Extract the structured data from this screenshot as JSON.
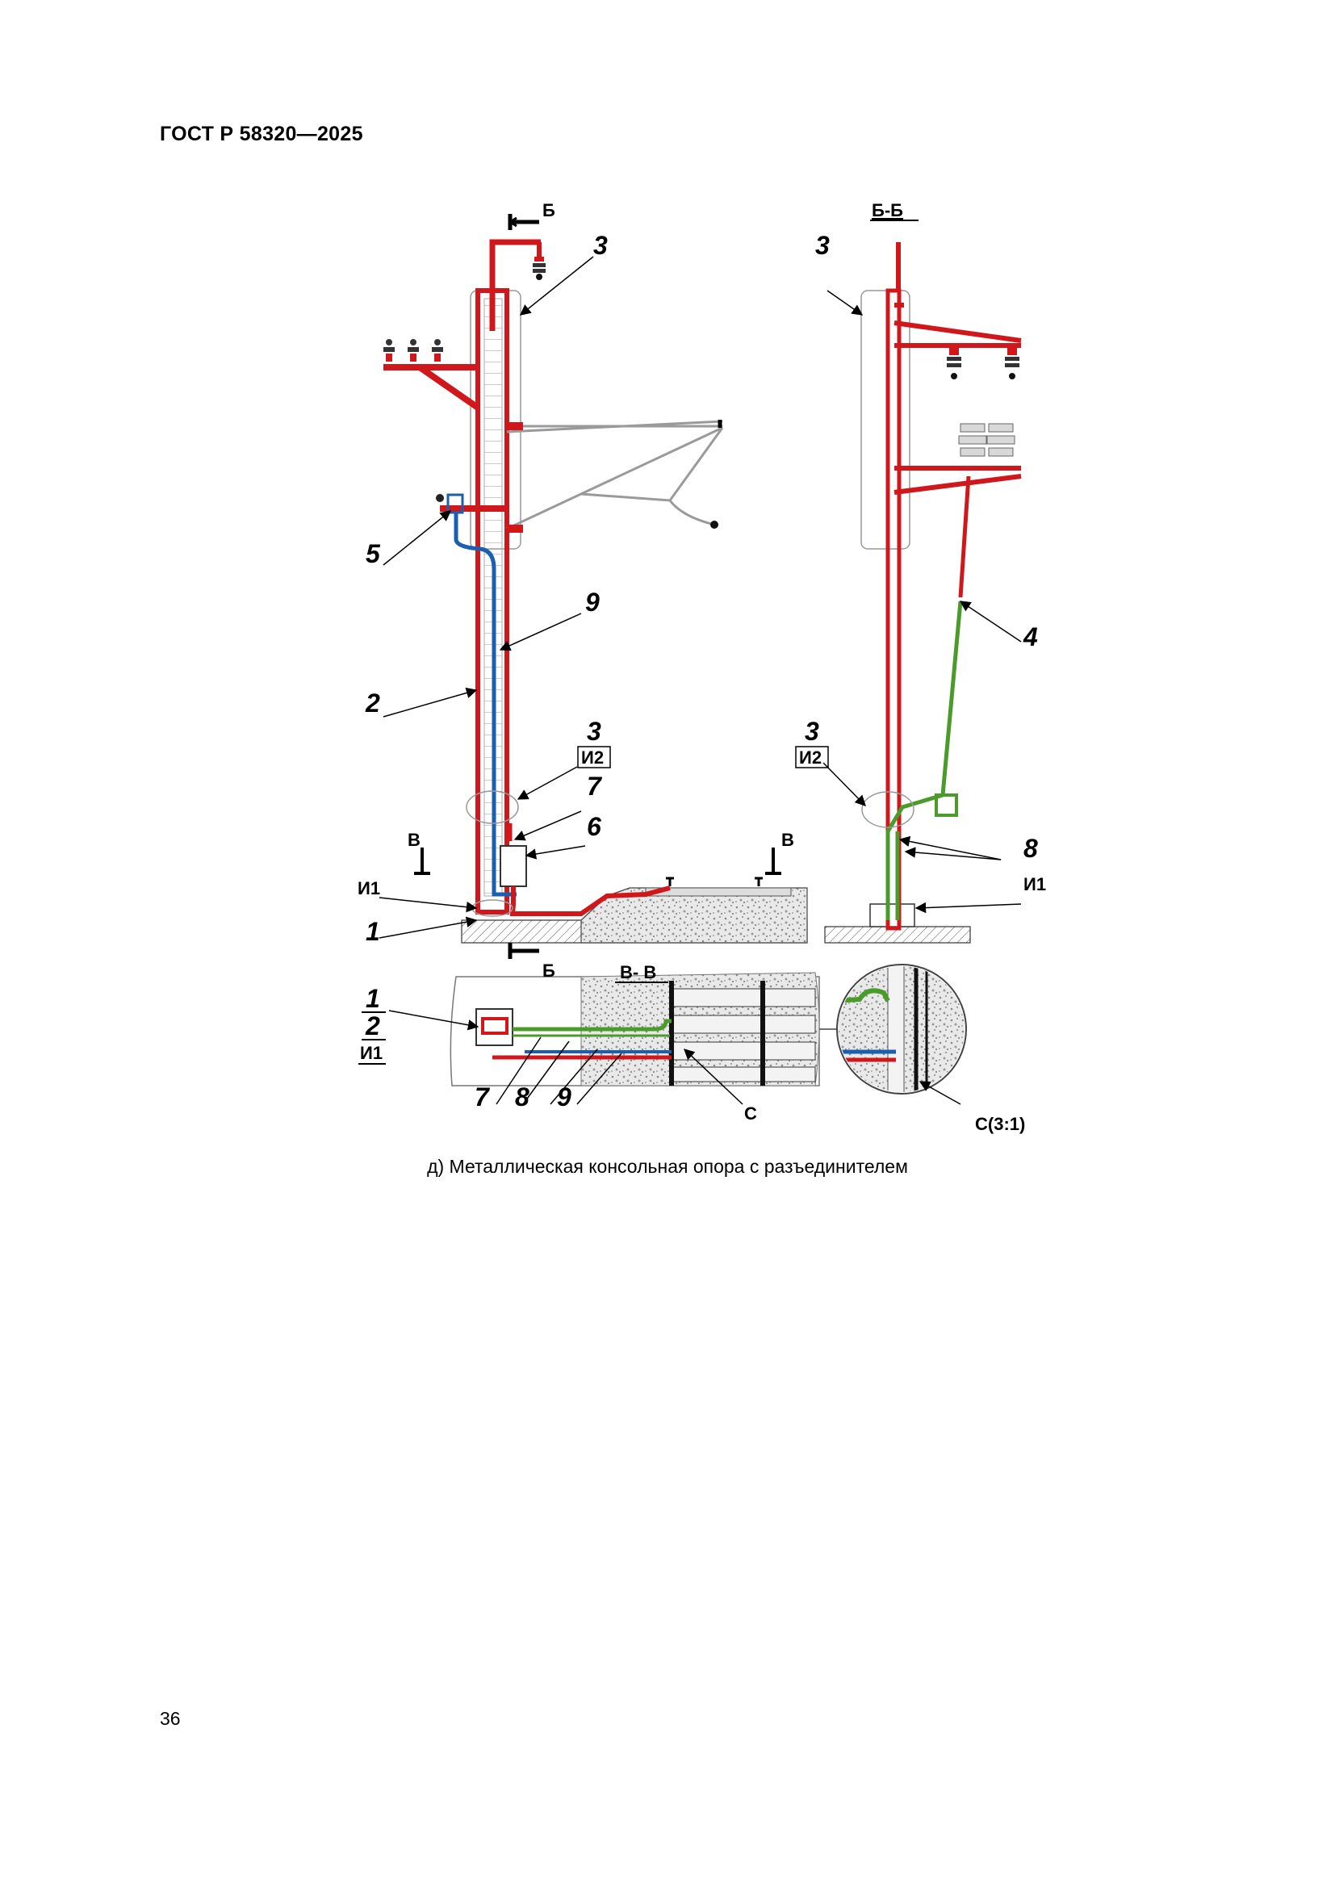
{
  "header": {
    "doc_code": "ГОСТ Р 58320—2025"
  },
  "figure": {
    "callouts": {
      "left_3_top": "3",
      "left_5": "5",
      "left_9": "9",
      "left_2": "2",
      "left_3_mid": "3",
      "left_i2": "И2",
      "left_7": "7",
      "left_6": "6",
      "left_i1": "И1",
      "left_1": "1",
      "right_3_top": "3",
      "right_4": "4",
      "right_3_mid": "3",
      "right_i2": "И2",
      "right_8": "8",
      "right_i1": "И1",
      "plan_1": "1",
      "plan_2": "2",
      "plan_i1": "И1",
      "plan_7": "7",
      "plan_8": "8",
      "plan_9": "9",
      "plan_c": "С"
    },
    "section_marks": {
      "b_top": "Б",
      "b_bottom": "Б",
      "v_left": "В",
      "v_right": "В",
      "section_bb": "Б-Б",
      "section_vv": "В- В",
      "detail_c": "С(3:1)"
    }
  },
  "caption": "д) Металлическая консольная опора с разъединителем",
  "page_number": "36"
}
